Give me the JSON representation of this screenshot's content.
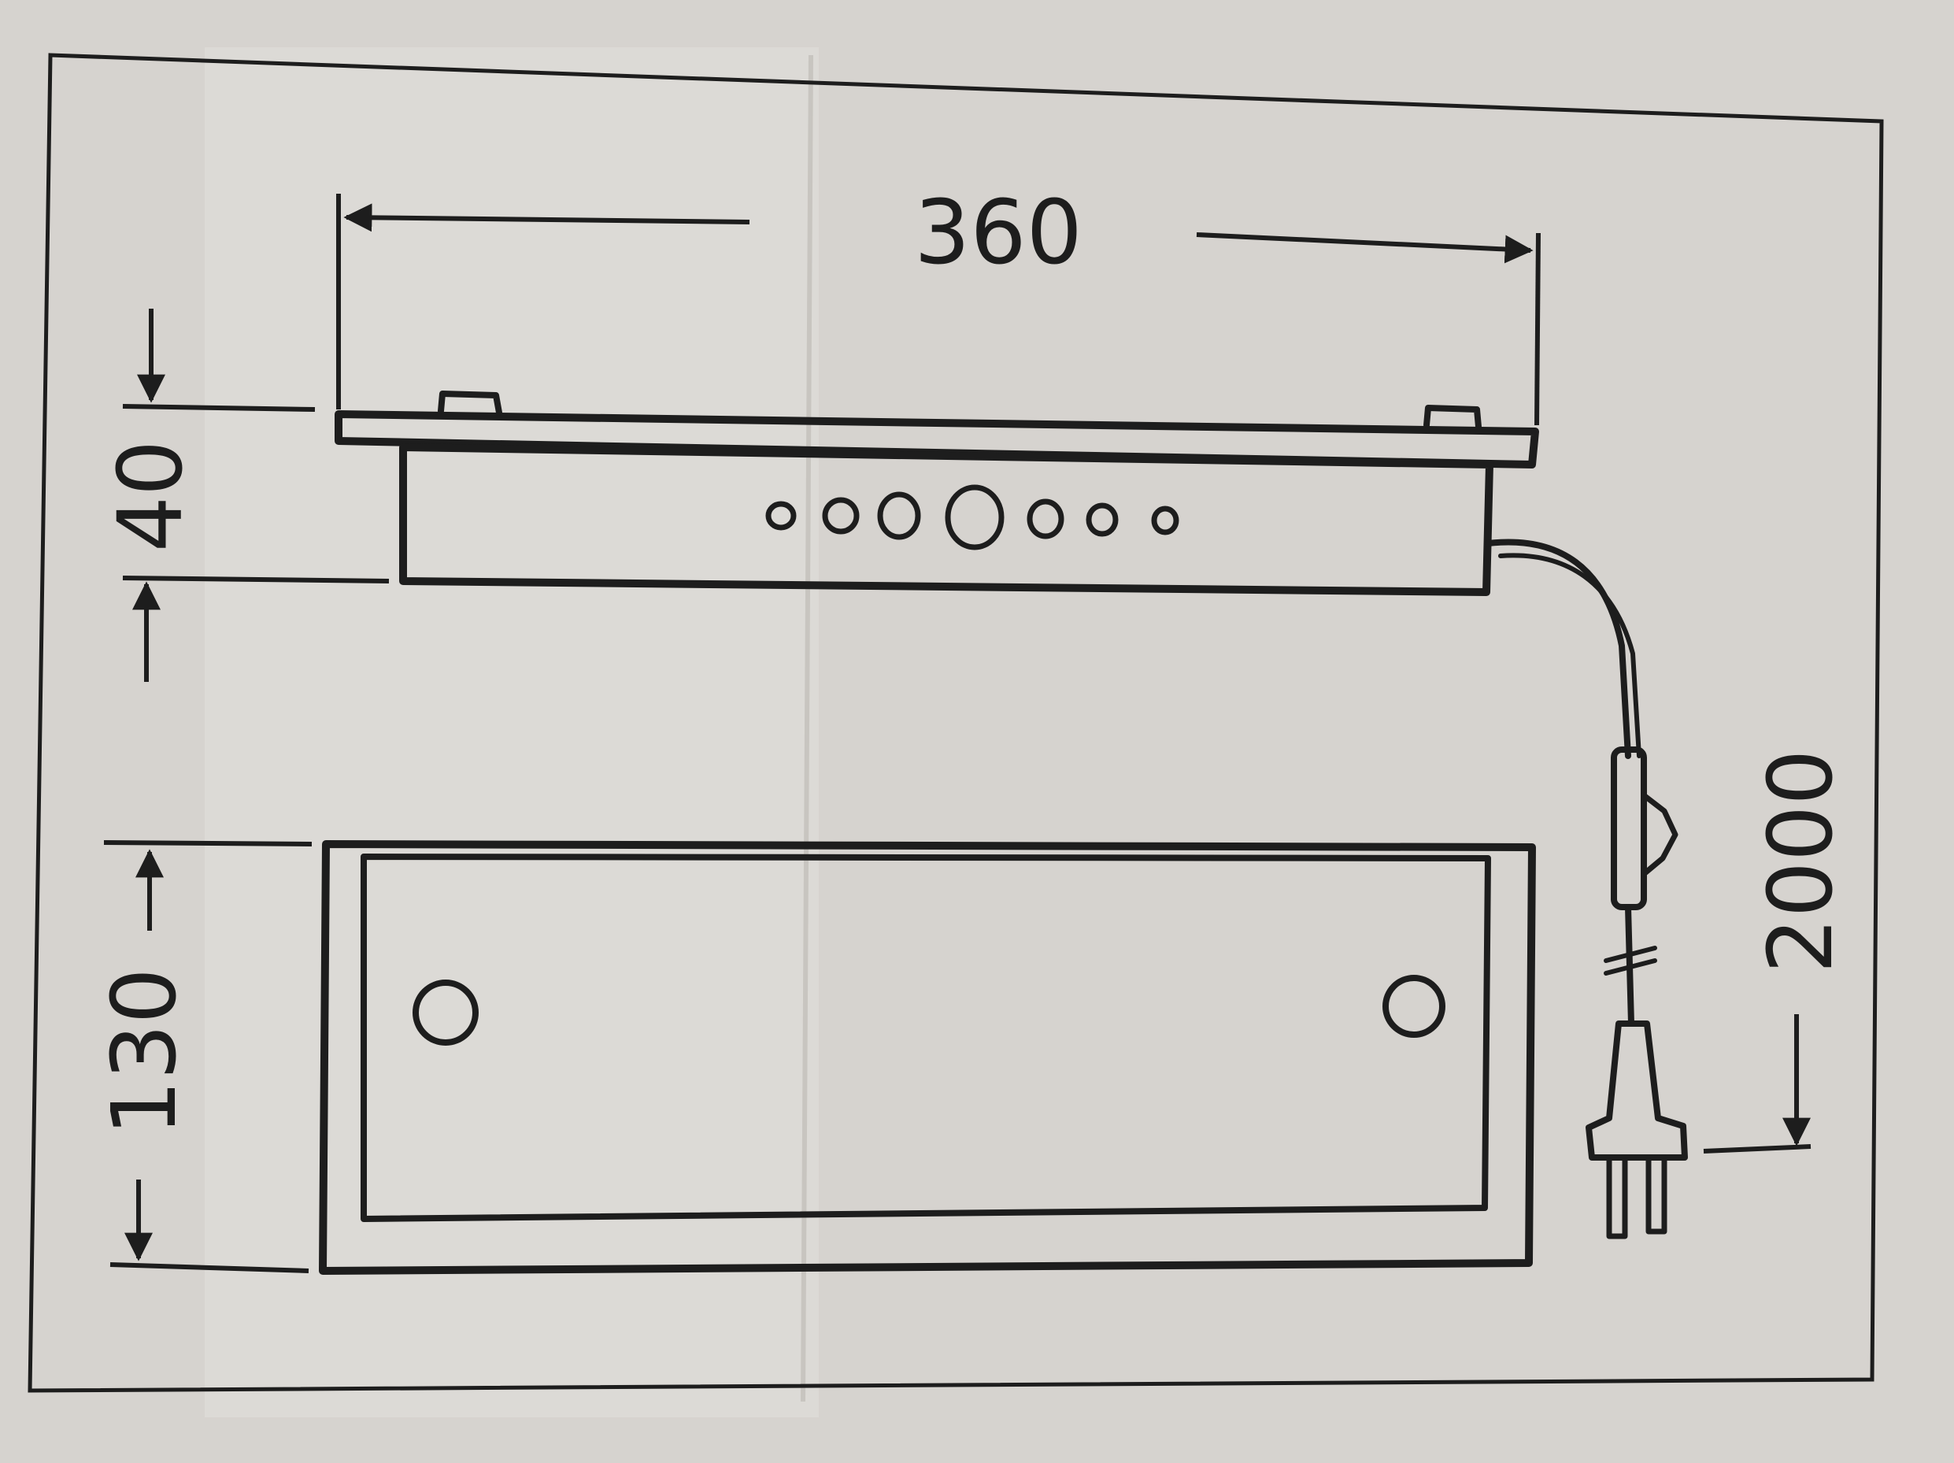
{
  "drawing": {
    "dimensions": {
      "width_label": "360",
      "height_label": "40",
      "depth_label": "130",
      "cable_label": "2000"
    }
  },
  "colors": {
    "paper": "#d6d3cf",
    "ink": "#1d1d1d",
    "fold_shade": "#e4e2de"
  },
  "icons": {
    "plug": "plug-icon",
    "switch": "inline-switch-icon"
  }
}
